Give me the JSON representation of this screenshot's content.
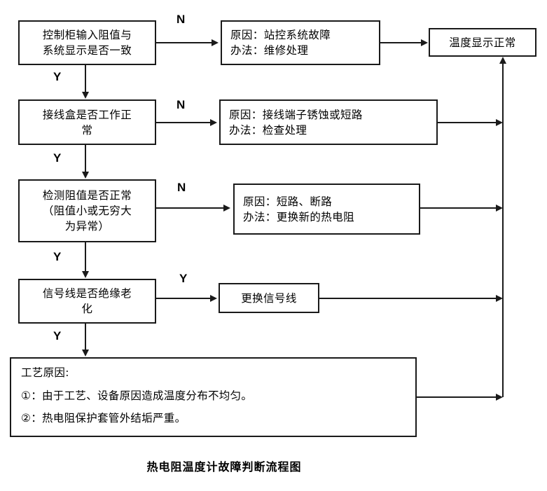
{
  "diagram": {
    "title": "热电阻温度计故障判断流程图",
    "nodes": {
      "decision1": {
        "lines": [
          "控制柜输入阻值与",
          "系统显示是否一致"
        ]
      },
      "decision2": {
        "lines": [
          "接线盒是否工作正",
          "常"
        ]
      },
      "decision3": {
        "lines": [
          "检测阻值是否正常",
          "（阻值小或无穷大",
          "为异常）"
        ]
      },
      "decision4": {
        "lines": [
          "信号线是否绝缘老",
          "化"
        ]
      },
      "cause1": {
        "lines": [
          "原因：站控系统故障",
          "办法：维修处理"
        ]
      },
      "cause2": {
        "lines": [
          "原因：接线端子锈蚀或短路",
          "办法：检查处理"
        ]
      },
      "cause3": {
        "lines": [
          "原因：短路、断路",
          "办法：更换新的热电阻"
        ]
      },
      "action4": {
        "lines": [
          "更换信号线"
        ]
      },
      "result": {
        "lines": [
          "温度显示正常"
        ]
      },
      "process": {
        "lines": [
          "工艺原因:",
          "①：由于工艺、设备原因造成温度分布不均匀。",
          "②：热电阻保护套管外结垢严重。"
        ]
      }
    },
    "edge_labels": {
      "n1": "N",
      "n2": "N",
      "n3": "N",
      "y_branch4": "Y",
      "y1": "Y",
      "y2": "Y",
      "y3": "Y",
      "y4": "Y"
    },
    "colors": {
      "stroke": "#1a1a1a",
      "background": "#ffffff",
      "text": "#000000"
    }
  }
}
